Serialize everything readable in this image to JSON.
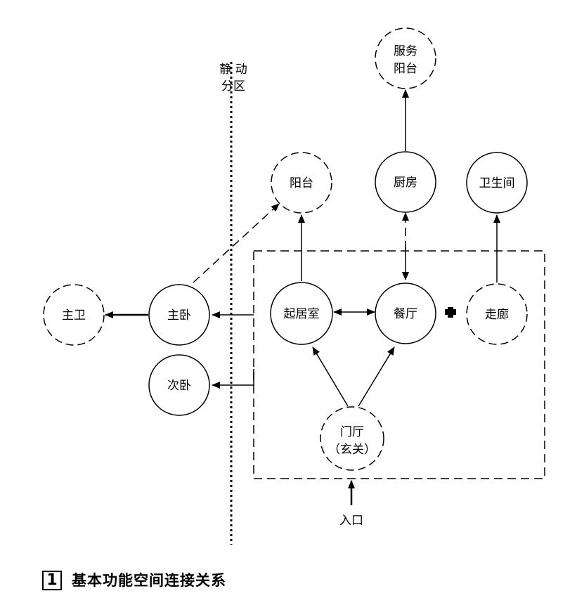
{
  "zoning": {
    "line1": "静 动",
    "line2": "分区"
  },
  "nodes": {
    "fuwu_yangtai": {
      "line1": "服务",
      "line2": "阳台"
    },
    "yangtai": "阳台",
    "chufang": "厨房",
    "weishengjian": "卫生间",
    "zhuwei": "主卫",
    "zhuwo": "主卧",
    "qijushi": "起居室",
    "canting": "餐厅",
    "zoulang": "走廊",
    "ciwo": "次卧",
    "menting": {
      "line1": "门厅",
      "line2": "（玄关）"
    }
  },
  "entrance": "入口",
  "caption": {
    "number": "1",
    "text": "基本功能空间连接关系"
  }
}
